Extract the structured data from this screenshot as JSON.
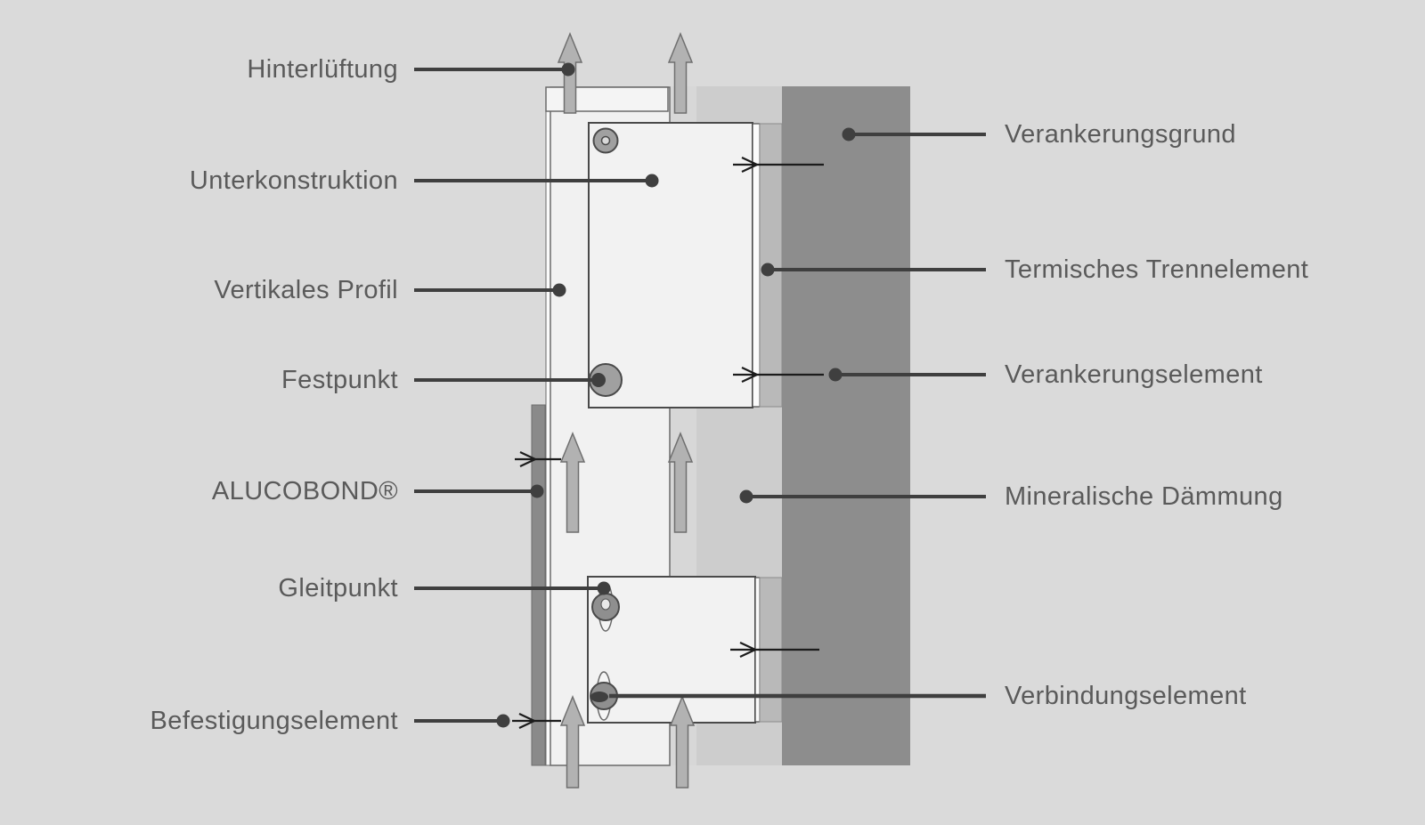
{
  "diagram": {
    "title": "ALUCOBOND ventilated facade section",
    "labels_left": [
      {
        "text": "Hinterlüftung"
      },
      {
        "text": "Unterkonstruktion"
      },
      {
        "text": "Vertikales Profil"
      },
      {
        "text": "Festpunkt"
      },
      {
        "text": "ALUCOBOND®"
      },
      {
        "text": "Gleitpunkt"
      },
      {
        "text": "Befestigungselement"
      }
    ],
    "labels_right": [
      {
        "text": "Verankerungsgrund"
      },
      {
        "text": "Termisches Trennelement"
      },
      {
        "text": "Verankerungselement"
      },
      {
        "text": "Mineralische Dämmung"
      },
      {
        "text": "Verbindungselement"
      }
    ],
    "colors": {
      "background": "#dadada",
      "wall": "#8d8d8d",
      "insulation": "#cdcdcd",
      "ventilation_cavity": "#d7d7d7",
      "profile_fill": "#f1f1f1",
      "bracket_fill": "#f2f2f2",
      "separator_strip": "#b9b9b9",
      "alucobond_panel": "#8a8a8a",
      "ventilation_arrow": "#b2b2b2",
      "leader_line": "#3f3f3f",
      "label_text": "#5a5a5a",
      "outline": "#4a4a4a"
    }
  }
}
